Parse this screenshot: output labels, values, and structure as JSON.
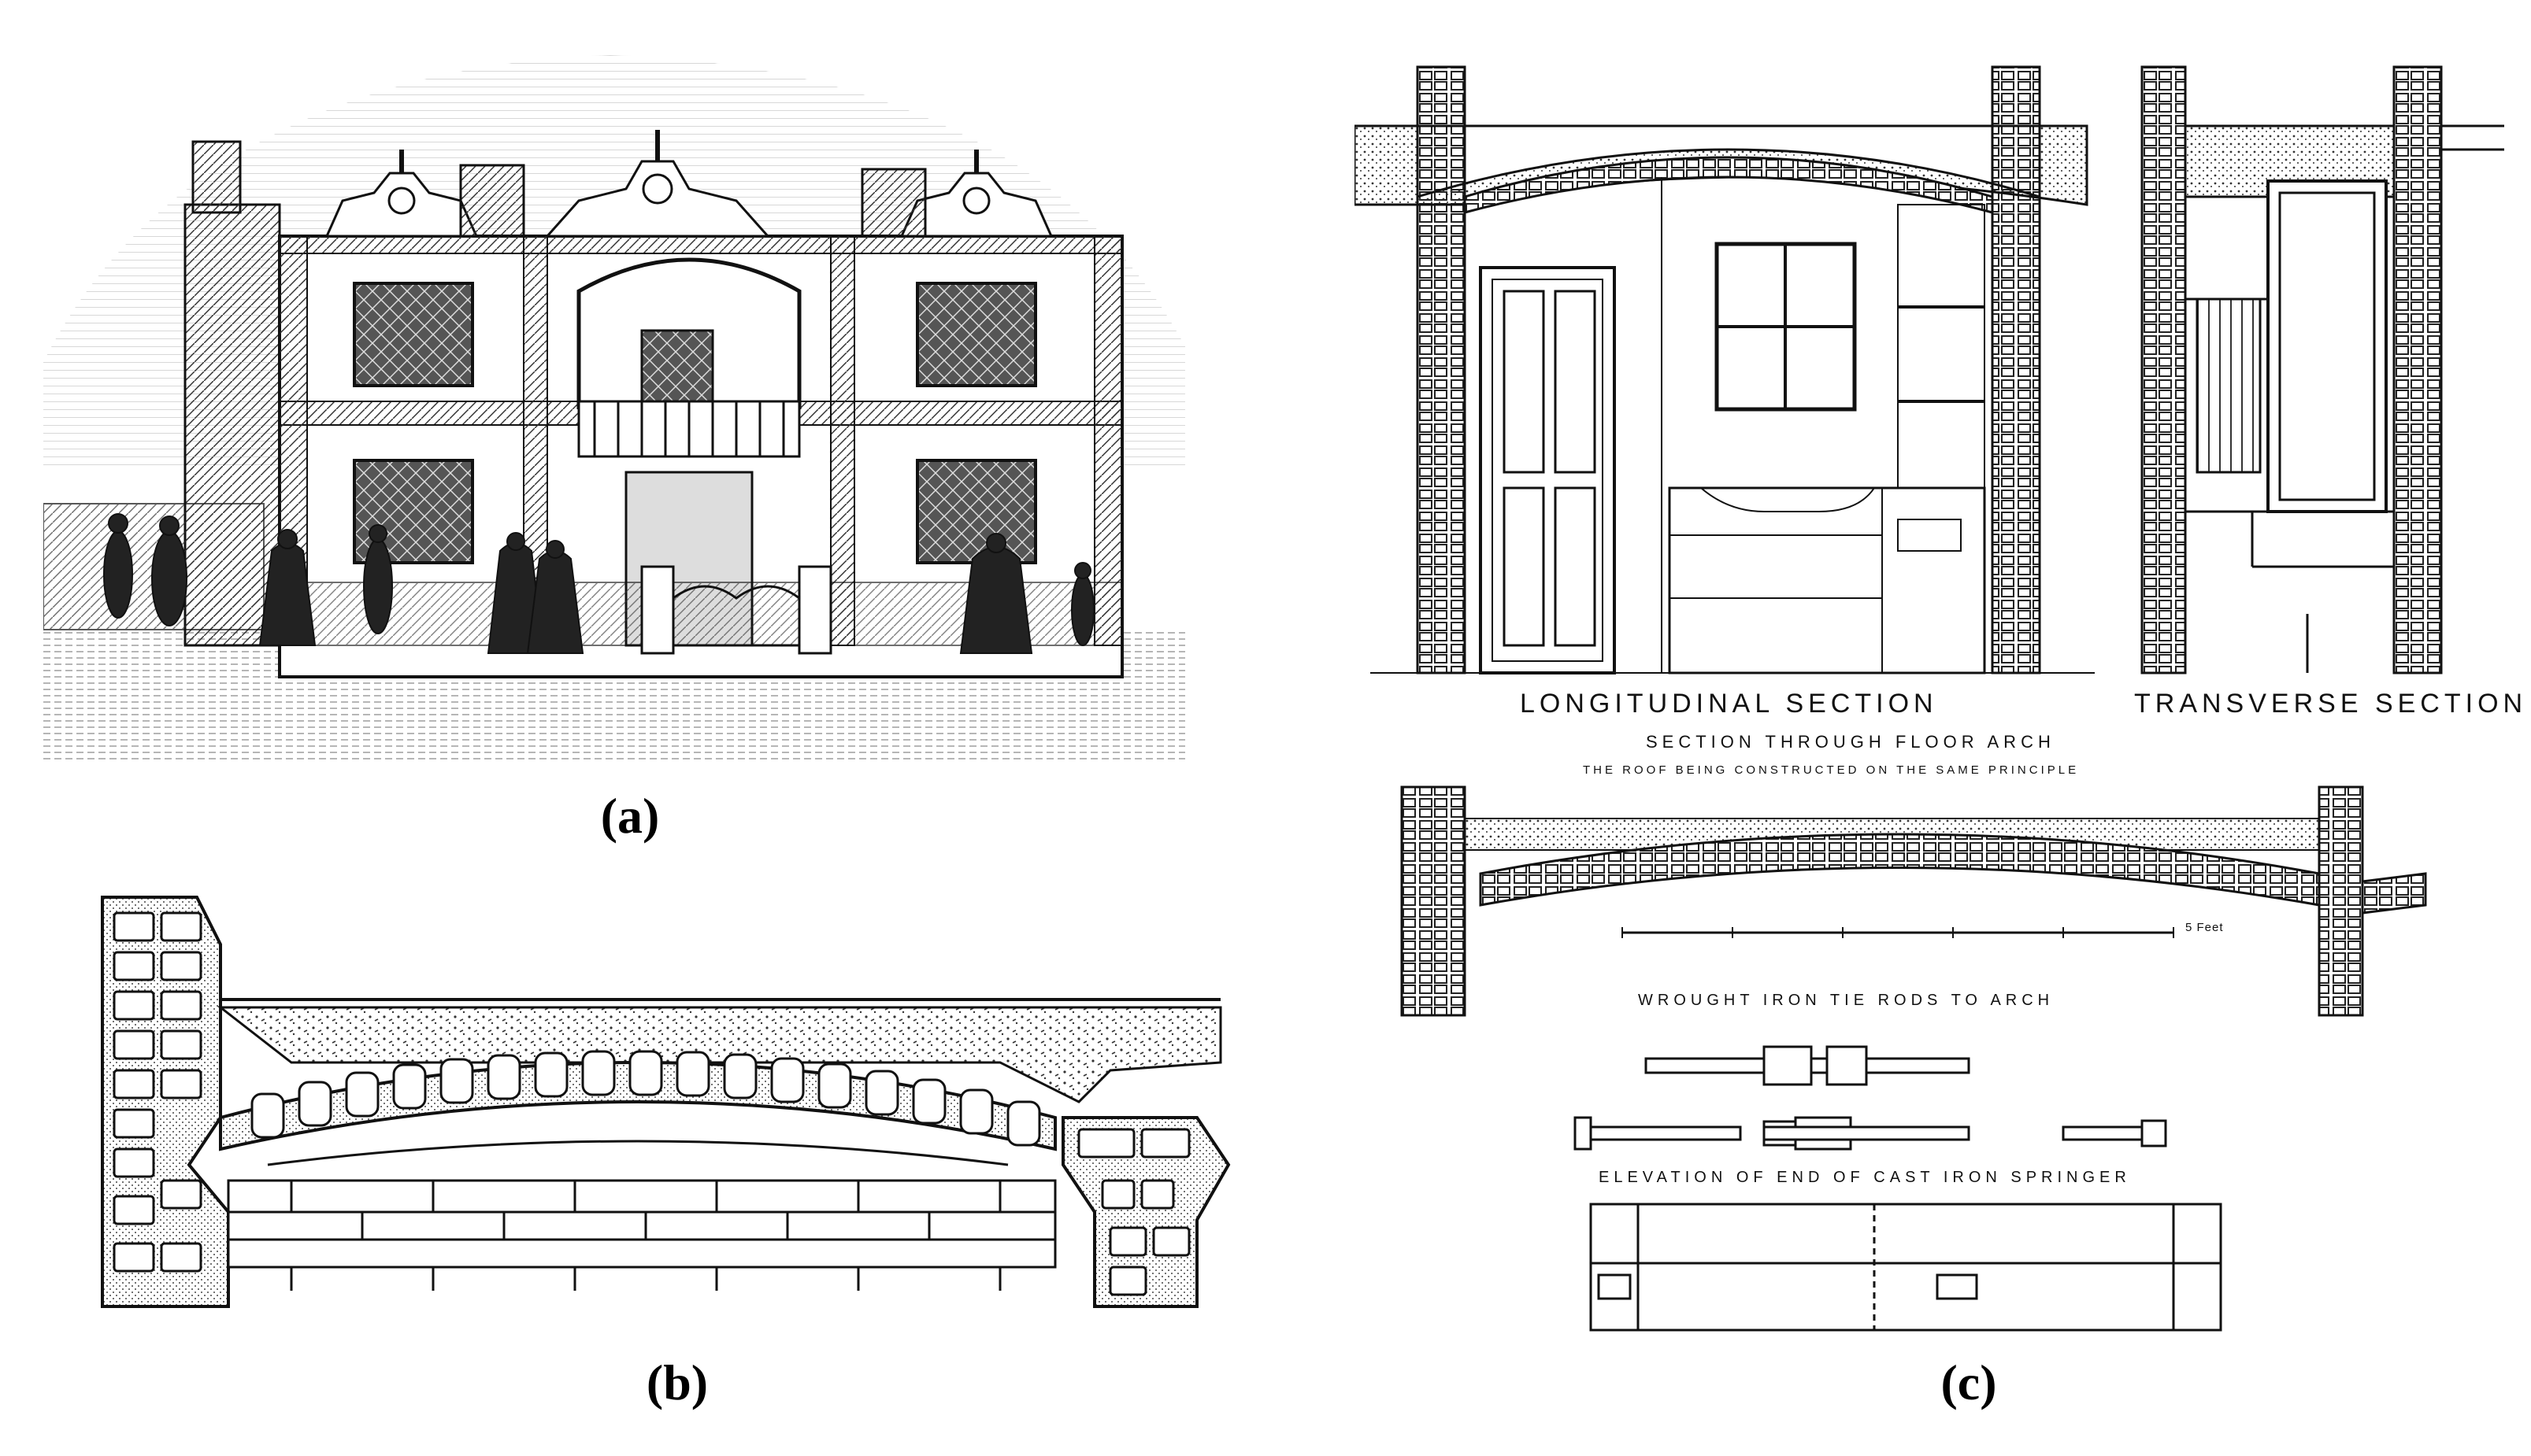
{
  "figure": {
    "captions": {
      "a": "(a)",
      "b": "(b)",
      "c": "(c)"
    },
    "panel_c_labels": {
      "longitudinal": "LONGITUDINAL SECTION",
      "transverse": "TRANSVERSE SECTION",
      "floor_arch": "SECTION THROUGH FLOOR ARCH",
      "roof_note": "THE ROOF BEING CONSTRUCTED ON THE SAME PRINCIPLE",
      "tie_rods": "WROUGHT IRON TIE RODS TO ARCH",
      "springer": "ELEVATION OF END OF CAST IRON SPRINGER",
      "scale_unit": "5 Feet"
    },
    "colors": {
      "ink": "#1a1a1a",
      "paper": "#ffffff",
      "hatch": "#444444"
    }
  }
}
